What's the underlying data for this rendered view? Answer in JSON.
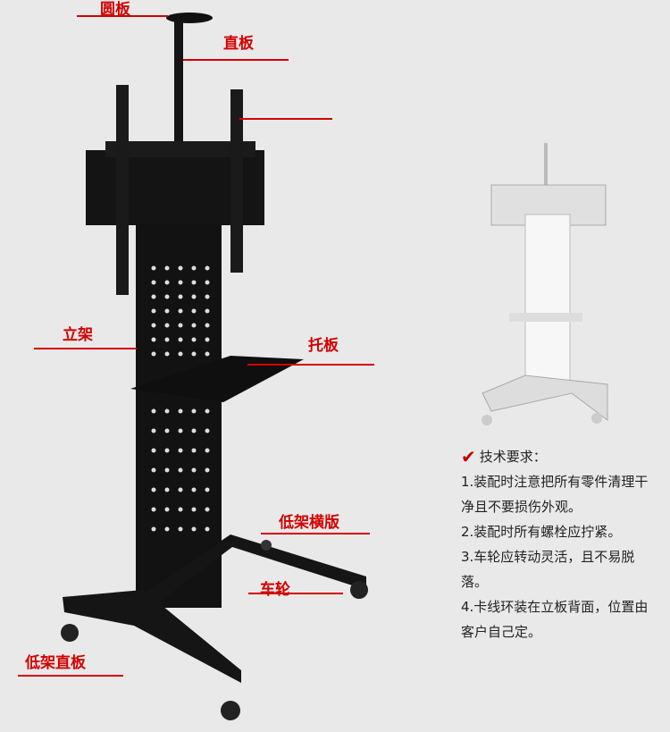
{
  "labels": {
    "round_plate": "圆板",
    "straight_plate": "直板",
    "upright": "立架",
    "tray": "托板",
    "low_cross_plate": "低架横版",
    "wheel": "车轮",
    "low_straight_plate": "低架直板"
  },
  "requirements": {
    "title": "技术要求：",
    "items": [
      "1.装配时注意把所有零件清理干净且不要损伤外观。",
      "2.装配时所有螺栓应拧紧。",
      "3.车轮应转动灵活，且不易脱落。",
      "4.卡线环装在立板背面，位置由客户自己定。"
    ]
  },
  "colors": {
    "label_red": "#d40000",
    "stand_black": "#111111",
    "background": "#e9e9e9",
    "white_stand": "#f4f4f4"
  },
  "icons": {
    "check": "check-icon"
  }
}
